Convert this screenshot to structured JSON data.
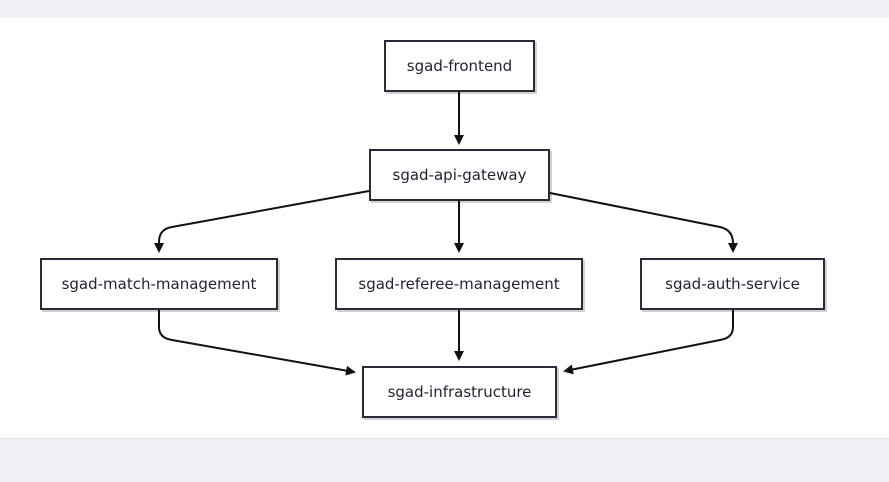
{
  "diagram": {
    "nodes": {
      "frontend": {
        "label": "sgad-frontend"
      },
      "api_gateway": {
        "label": "sgad-api-gateway"
      },
      "match_management": {
        "label": "sgad-match-management"
      },
      "referee_management": {
        "label": "sgad-referee-management"
      },
      "auth_service": {
        "label": "sgad-auth-service"
      },
      "infrastructure": {
        "label": "sgad-infrastructure"
      }
    },
    "edges": [
      {
        "from": "sgad-frontend",
        "to": "sgad-api-gateway"
      },
      {
        "from": "sgad-api-gateway",
        "to": "sgad-match-management"
      },
      {
        "from": "sgad-api-gateway",
        "to": "sgad-referee-management"
      },
      {
        "from": "sgad-api-gateway",
        "to": "sgad-auth-service"
      },
      {
        "from": "sgad-match-management",
        "to": "sgad-infrastructure"
      },
      {
        "from": "sgad-referee-management",
        "to": "sgad-infrastructure"
      },
      {
        "from": "sgad-auth-service",
        "to": "sgad-infrastructure"
      }
    ],
    "colors": {
      "node_border": "#2a2a3a",
      "edge": "#111111",
      "background": "#ffffff",
      "page": "#eef0f3"
    }
  }
}
